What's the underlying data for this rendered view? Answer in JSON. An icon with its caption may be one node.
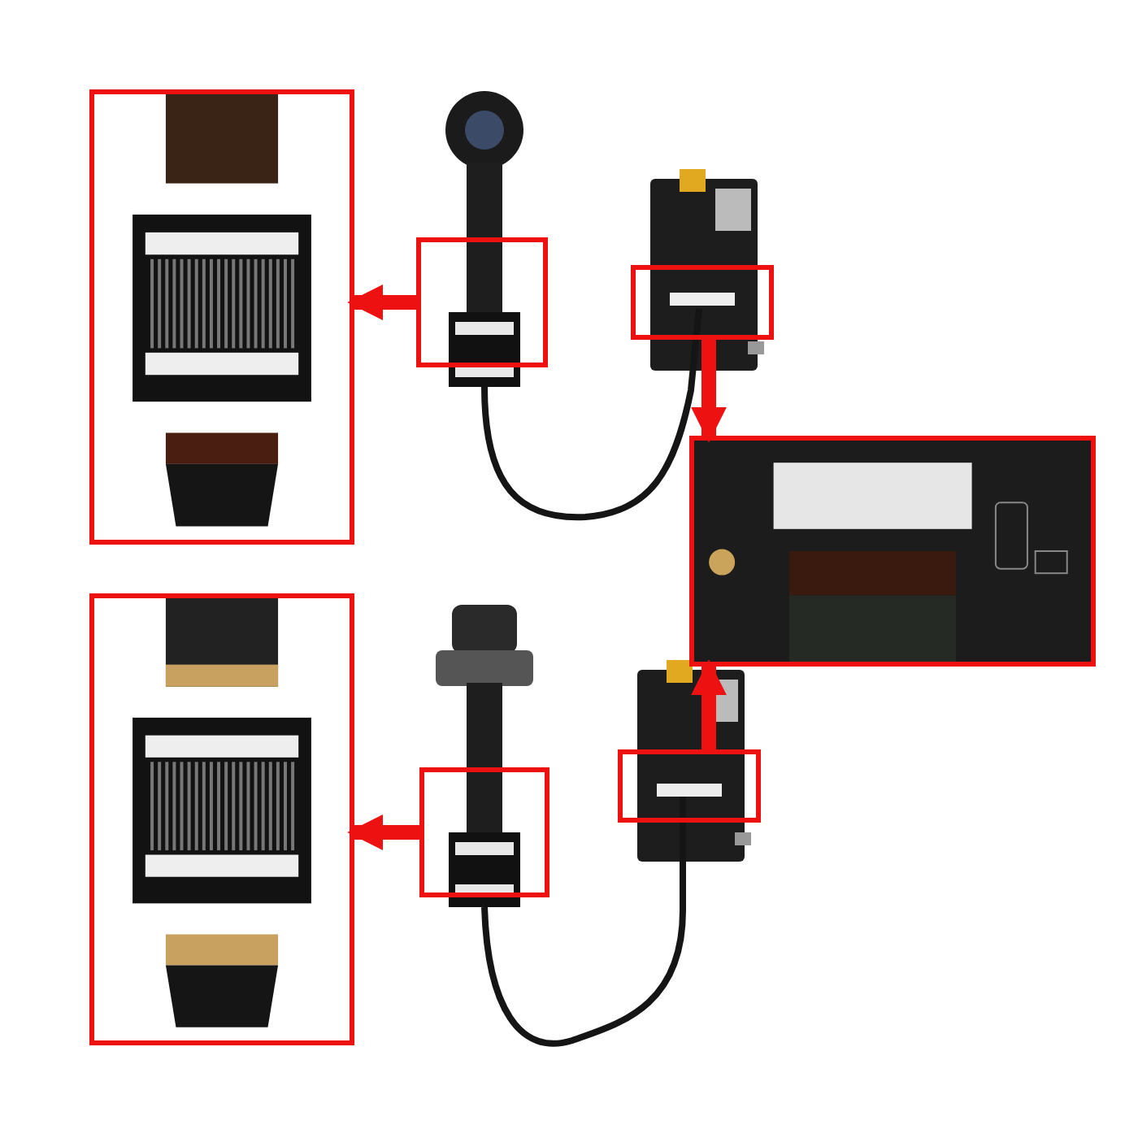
{
  "diagram": {
    "nodes": [
      {
        "text": [],
        "shape": "picture"
      },
      {
        "text": [],
        "shape": "box"
      },
      {
        "text": [],
        "shape": "box"
      },
      {
        "text": [],
        "shape": "picture"
      },
      {
        "text": [],
        "shape": "picture"
      },
      {
        "text": [],
        "shape": "box"
      },
      {
        "text": [],
        "shape": "box"
      }
    ],
    "edges": [
      {
        "from": 1,
        "to": 0,
        "arrow": "to"
      },
      {
        "from": 2,
        "to": 3,
        "arrow": "to"
      },
      {
        "from": 5,
        "to": 4,
        "arrow": "to"
      },
      {
        "from": 6,
        "to": 3,
        "arrow": "to"
      }
    ]
  }
}
